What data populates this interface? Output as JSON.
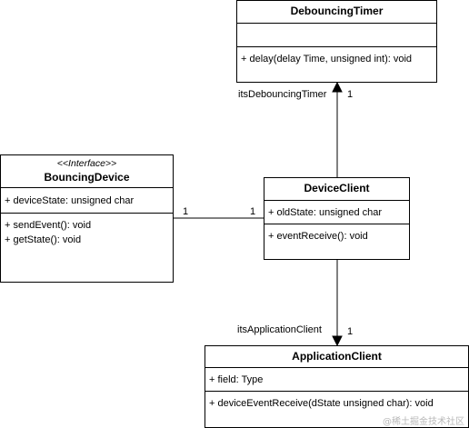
{
  "classes": {
    "debouncing_timer": {
      "name": "DebouncingTimer",
      "operations": [
        "+ delay(delay Time, unsigned int): void"
      ]
    },
    "bouncing_device": {
      "stereotype": "<<Interface>>",
      "name": "BouncingDevice",
      "attributes": [
        "+ deviceState: unsigned char"
      ],
      "operations": [
        "+ sendEvent(): void",
        "+ getState(): void"
      ]
    },
    "device_client": {
      "name": "DeviceClient",
      "attributes": [
        "+ oldState: unsigned char"
      ],
      "operations": [
        "+ eventReceive(): void"
      ]
    },
    "application_client": {
      "name": "ApplicationClient",
      "attributes": [
        "+ field: Type"
      ],
      "operations": [
        "+ deviceEventReceive(dState unsigned char): void"
      ]
    }
  },
  "associations": {
    "timer": {
      "role": "itsDebouncingTimer",
      "multiplicity": "1"
    },
    "device": {
      "left_multiplicity": "1",
      "right_multiplicity": "1"
    },
    "application": {
      "role": "itsApplicationClient",
      "multiplicity": "1"
    }
  },
  "watermark": "@稀土掘金技术社区"
}
